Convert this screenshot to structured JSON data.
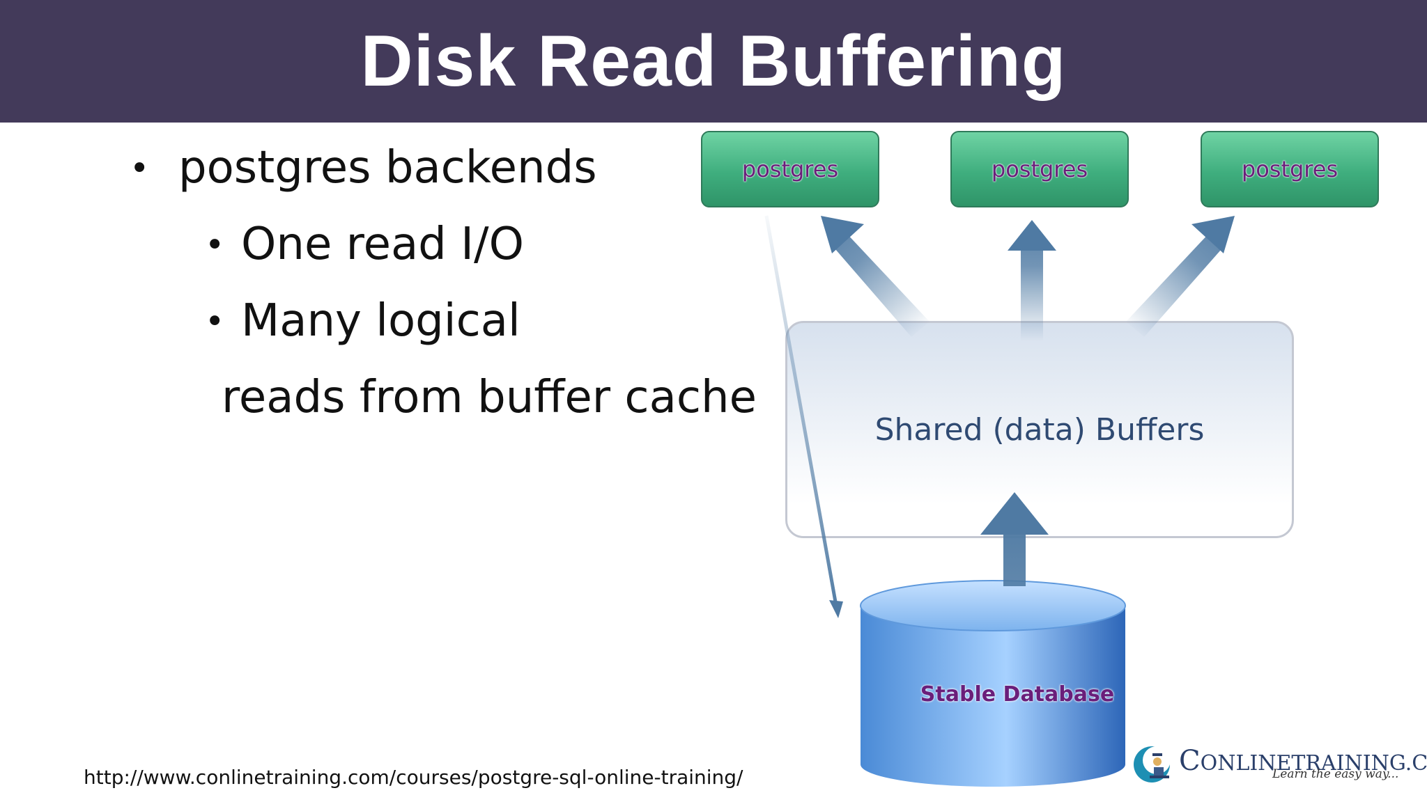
{
  "slide": {
    "title": "Disk Read Buffering"
  },
  "bullets": {
    "b1": "postgres backends",
    "b2": "One read I/O",
    "b3": "Many logical",
    "b4": "reads from buffer cache",
    "bullet_char": "•"
  },
  "diagram": {
    "process_boxes": [
      "postgres",
      "postgres",
      "postgres"
    ],
    "shared_buffers_label": "Shared (data) Buffers",
    "database_label": "Stable Database",
    "colors": {
      "process_box": "#3fae7e",
      "arrow": "#4f7aa3",
      "database": "#5a9be0"
    }
  },
  "footer": {
    "url": "http://www.conlinetraining.com/courses/postgre-sql-online-training/",
    "logo_name": "ONLINETRAINING.COM",
    "logo_initial": "C",
    "logo_tagline": "Learn the easy way..."
  }
}
